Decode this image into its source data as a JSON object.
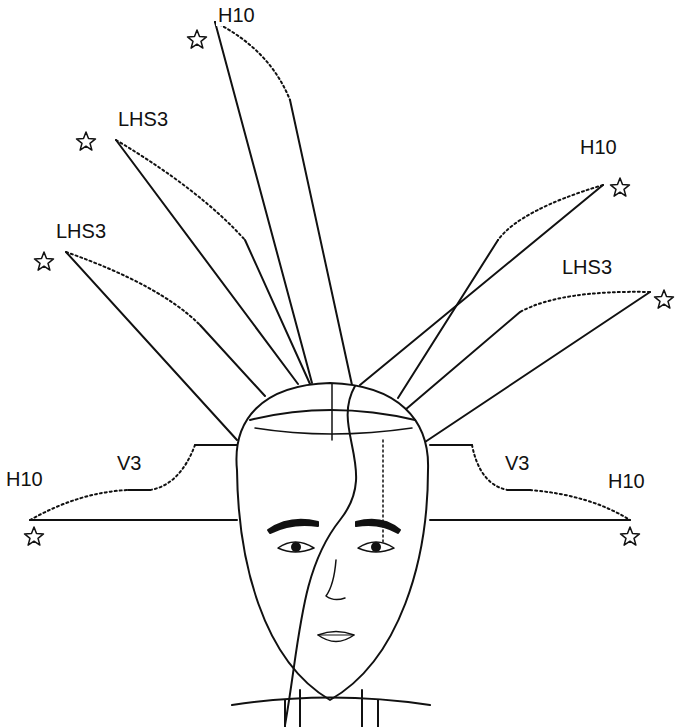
{
  "diagram": {
    "labels": [
      "H10",
      "LHS3",
      "H10",
      "LHS3",
      "LHS3",
      "V3",
      "V3",
      "H10",
      "H10"
    ]
  }
}
